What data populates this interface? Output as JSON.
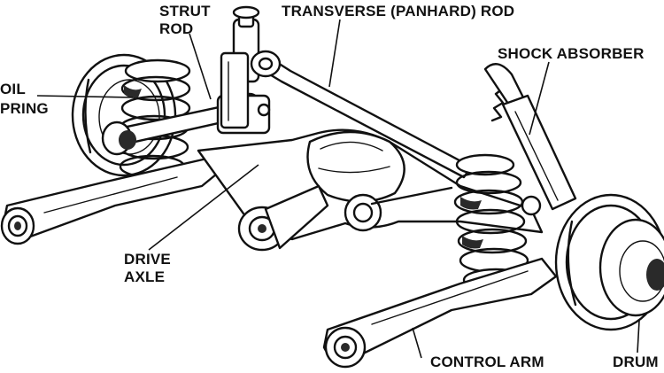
{
  "labels": {
    "strut_rod_line1": "STRUT",
    "strut_rod_line2": "ROD",
    "transverse_rod": "TRANSVERSE (PANHARD) ROD",
    "shock_absorber": "SHOCK ABSORBER",
    "coil_spring_line1": "OIL",
    "coil_spring_line2": "PRING",
    "drive_axle_line1": "DRIVE",
    "drive_axle_line2": "AXLE",
    "control_arm": "CONTROL ARM",
    "drum": "DRUM"
  },
  "colors": {
    "ink": "#111111",
    "background": "#ffffff"
  }
}
